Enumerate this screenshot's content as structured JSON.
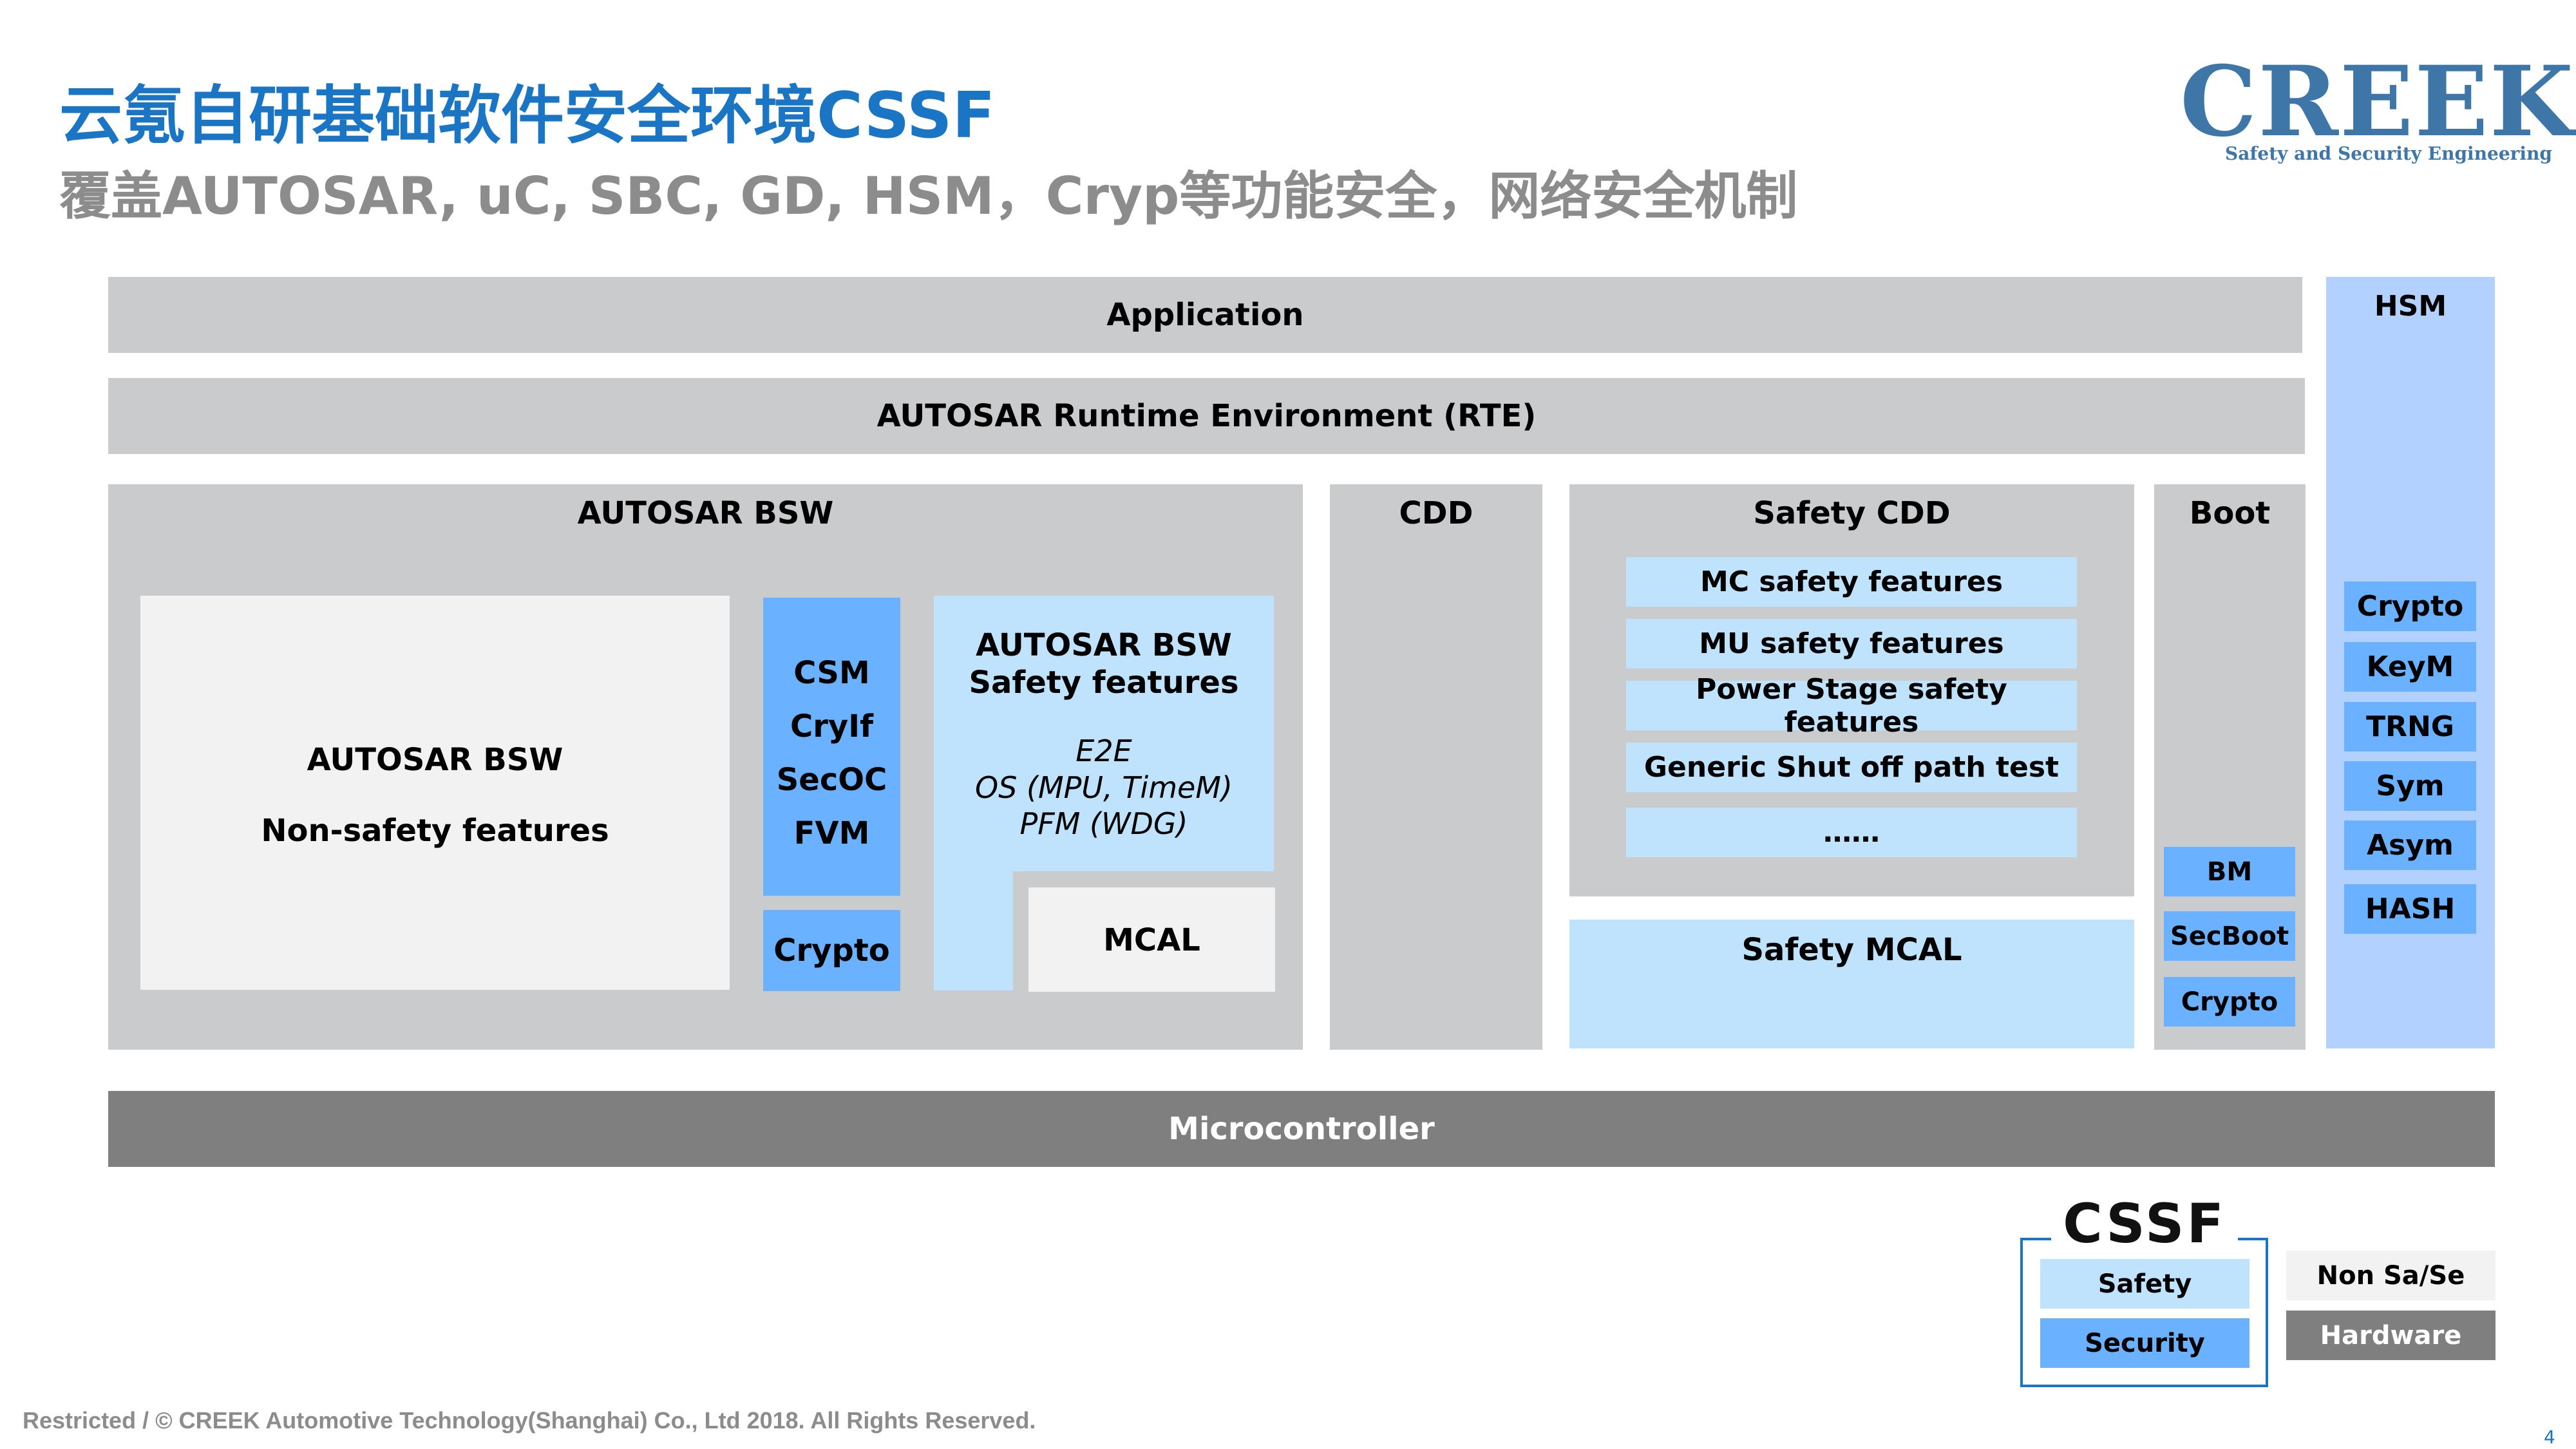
{
  "header": {
    "title": "云氪自研基础软件安全环境CSSF",
    "subtitle": "覆盖AUTOSAR, uC, SBC, GD, HSM，Cryp等功能安全，网络安全机制"
  },
  "logo": {
    "name": "CREEK",
    "tagline": "Safety and Security Engineering"
  },
  "diagram": {
    "application": "Application",
    "rte": "AUTOSAR Runtime Environment (RTE)",
    "bsw": {
      "title": "AUTOSAR BSW",
      "nonsafety_line1": "AUTOSAR BSW",
      "nonsafety_line2": "Non-safety features",
      "security_stack": [
        "CSM",
        "CryIf",
        "SecOC",
        "FVM"
      ],
      "crypto": "Crypto",
      "safety_title_line1": "AUTOSAR BSW",
      "safety_title_line2": "Safety features",
      "safety_items": [
        "E2E",
        "OS (MPU, TimeM)",
        "PFM (WDG)"
      ],
      "mcal": "MCAL"
    },
    "cdd": "CDD",
    "safety_cdd": {
      "title": "Safety CDD",
      "items": [
        "MC safety features",
        "MU safety features",
        "Power Stage safety features",
        "Generic Shut off path test",
        "……"
      ]
    },
    "safety_mcal": "Safety MCAL",
    "boot": {
      "title": "Boot",
      "items": [
        "BM",
        "SecBoot",
        "Crypto"
      ]
    },
    "hsm": {
      "title": "HSM",
      "items": [
        "Crypto",
        "KeyM",
        "TRNG",
        "Sym",
        "Asym",
        "HASH"
      ]
    },
    "microcontroller": "Microcontroller"
  },
  "legend": {
    "logo": "CSSF",
    "safety": "Safety",
    "security": "Security",
    "non_sase": "Non Sa/Se",
    "hardware": "Hardware"
  },
  "footer": {
    "copyright": "Restricted / © CREEK Automotive Technology(Shanghai) Co., Ltd 2018. All Rights Reserved.",
    "page": "4"
  },
  "colors": {
    "title_blue": "#1a75c5",
    "layer_gray": "#cacbcd",
    "non_safety": "#f2f2f2",
    "safety_light_blue": "#bfe2fd",
    "security_blue": "#6ab1ff",
    "hsm_blue": "#b3d1ff",
    "hardware_gray": "#7f7f7f"
  }
}
